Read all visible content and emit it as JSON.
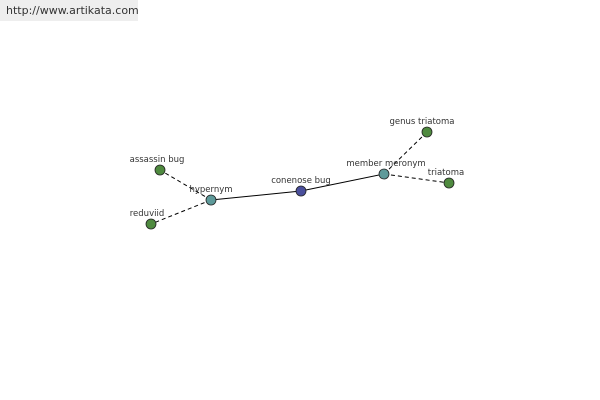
{
  "banner": {
    "url": "http://www.artikata.com"
  },
  "colors": {
    "center_node": "#4a4f9c",
    "relation_node": "#5e9a9a",
    "leaf_node": "#4f8a3f",
    "edge": "#000000",
    "node_stroke": "#222222"
  },
  "graph": {
    "center": {
      "id": "conenose-bug",
      "label": "conenose bug",
      "kind": "center"
    },
    "relations": [
      {
        "id": "hypernym",
        "label": "hypernym",
        "kind": "relation"
      },
      {
        "id": "member-meronym",
        "label": "member meronym",
        "kind": "relation"
      }
    ],
    "leaves": [
      {
        "id": "assassin-bug",
        "label": "assassin bug",
        "kind": "leaf",
        "parent": "hypernym"
      },
      {
        "id": "reduviid",
        "label": "reduviid",
        "kind": "leaf",
        "parent": "hypernym"
      },
      {
        "id": "genus-triatoma",
        "label": "genus triatoma",
        "kind": "leaf",
        "parent": "member-meronym"
      },
      {
        "id": "triatoma",
        "label": "triatoma",
        "kind": "leaf",
        "parent": "member-meronym"
      }
    ]
  }
}
